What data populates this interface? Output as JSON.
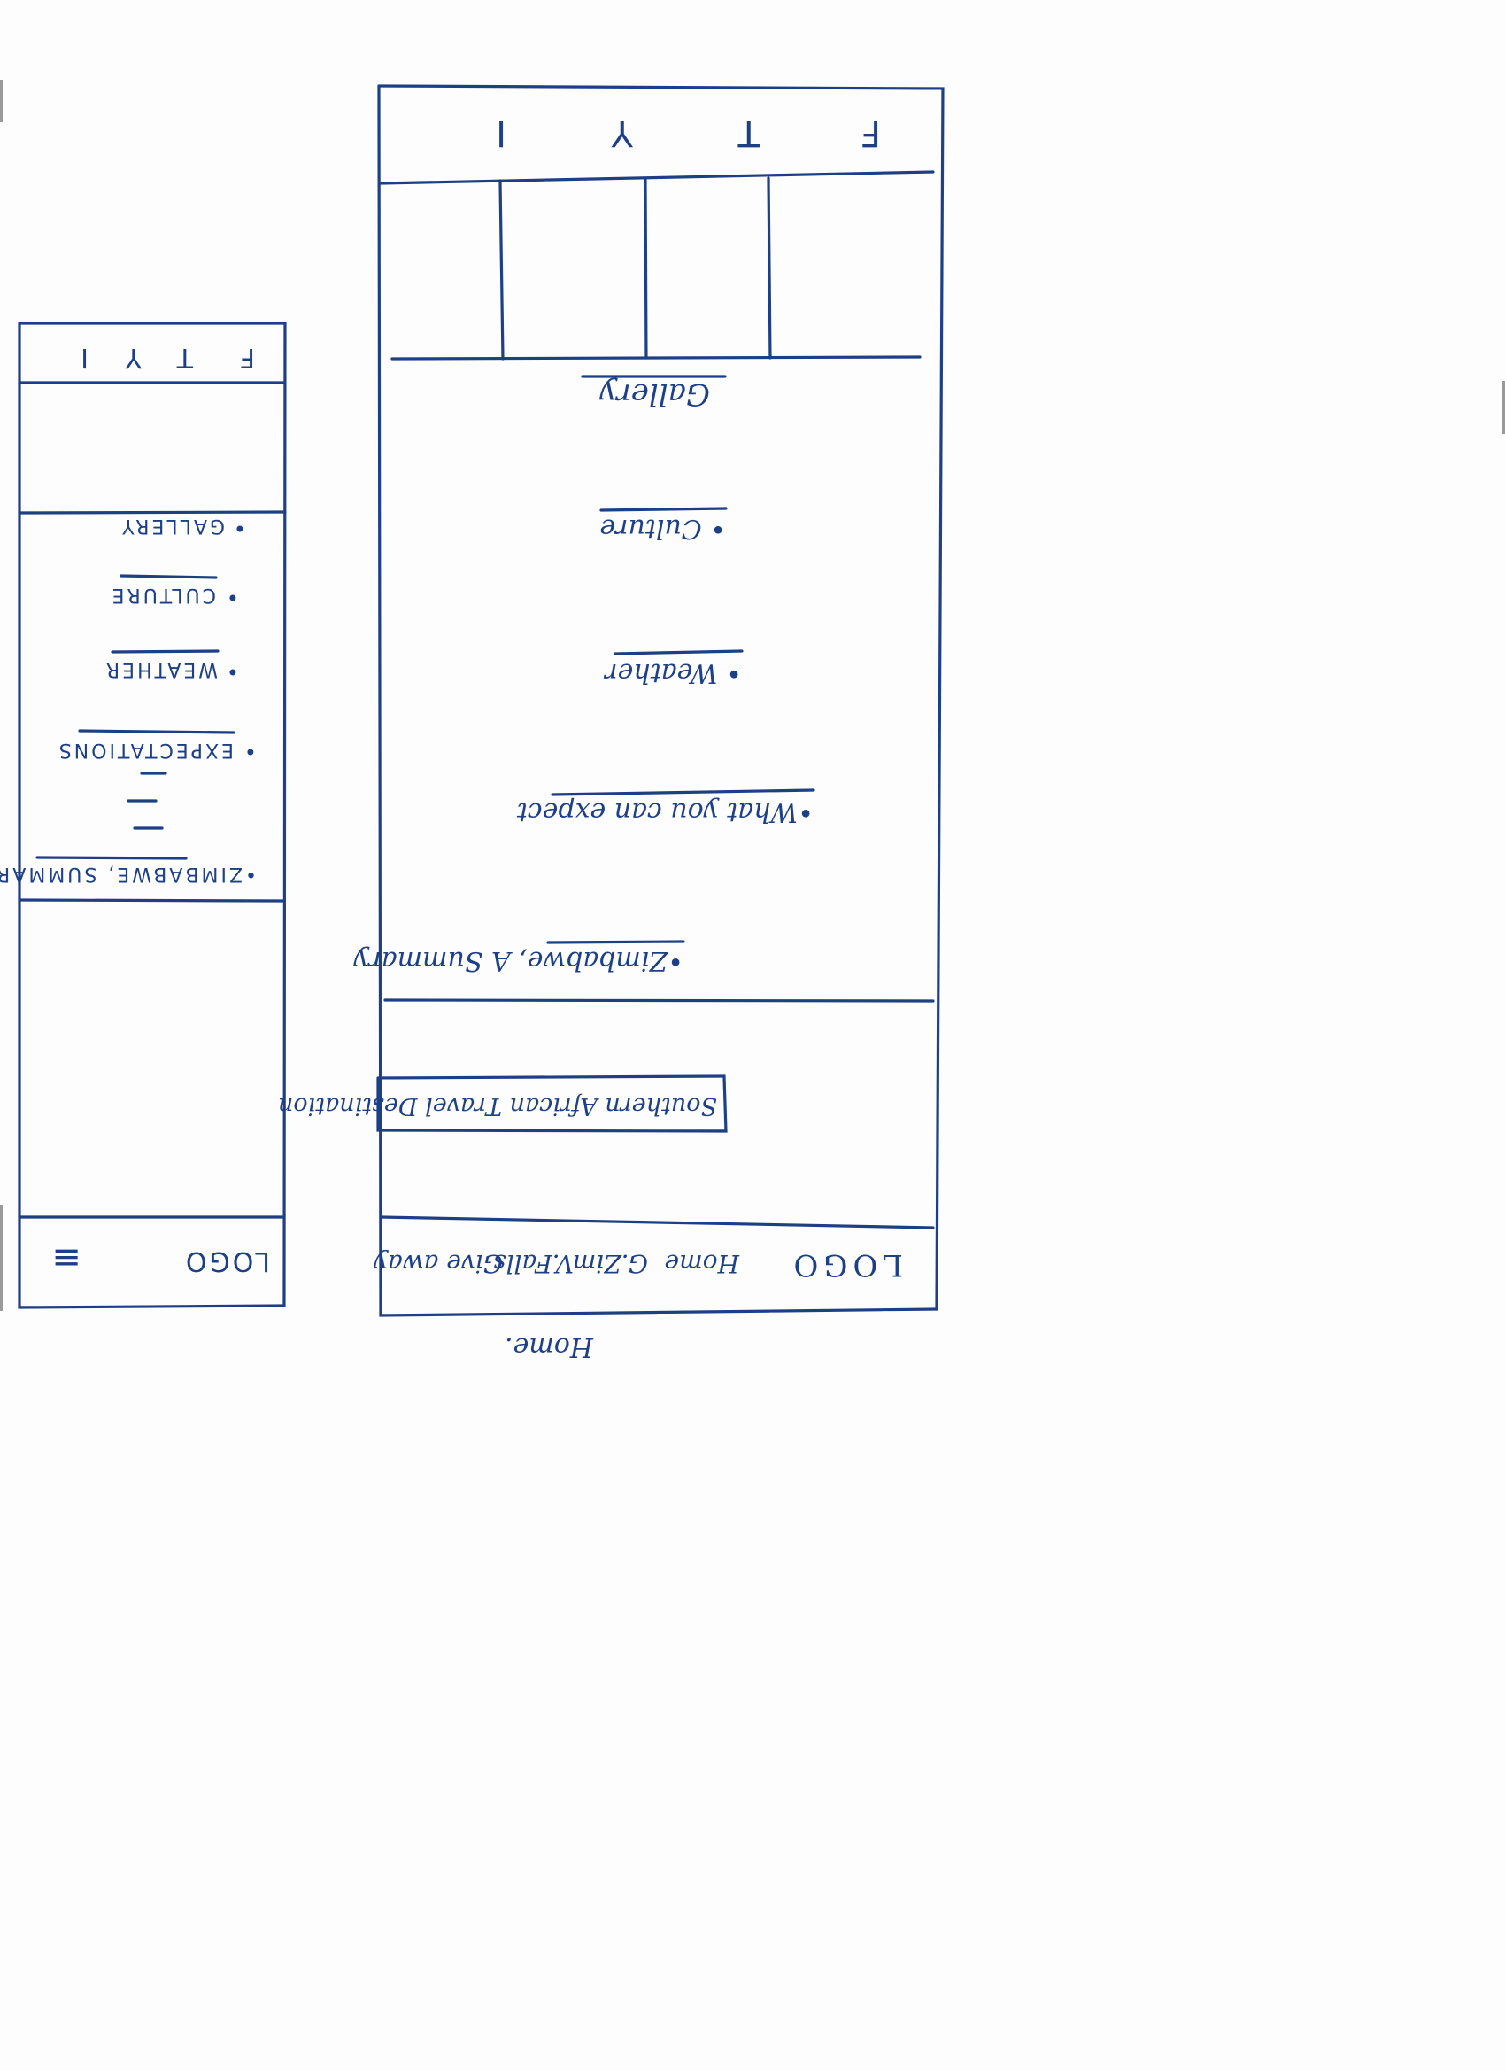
{
  "page_label": "Home.",
  "desktop": {
    "nav": {
      "logo": "LOGO",
      "items": [
        "Home",
        "G.Zim",
        "V.Falls",
        "Give away"
      ]
    },
    "hero_tagline": "Southern African Travel Destination",
    "sections": [
      "•Zimbabwe, A Summary",
      "•What you can expect",
      "• Weather",
      "• Culture",
      "Gallery"
    ],
    "social_icons": [
      "F",
      "T",
      "Y",
      "I"
    ]
  },
  "mobile": {
    "logo": "LOGO",
    "menu_icon": "hamburger-icon",
    "sections": [
      "•ZIMBABWE, SUMMARY",
      "EXPECTATIONS",
      "WEATHER",
      "CULTURE",
      "GALLERY"
    ],
    "section_bullets": [
      "•",
      "•",
      "•",
      "•"
    ],
    "social_icons": [
      "F",
      "T",
      "Y",
      "I"
    ]
  },
  "colors": {
    "ink": "#1d3f86",
    "paper": "#fdfdfd"
  }
}
